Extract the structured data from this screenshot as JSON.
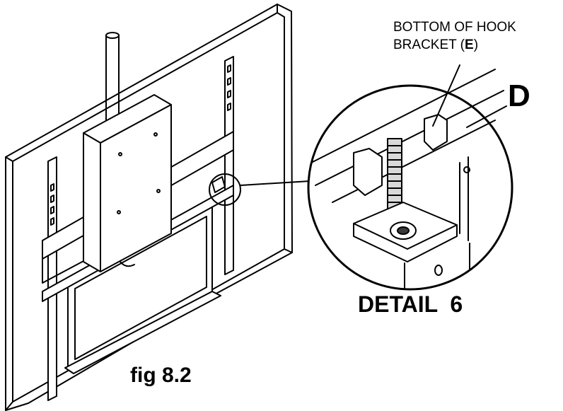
{
  "labels": {
    "callout_line1": "BOTTOM OF HOOK",
    "callout_line2_prefix": "BRACKET (",
    "callout_line2_bold": "E",
    "callout_line2_suffix": ")",
    "part_letter": "D",
    "detail_caption": "DETAIL  6",
    "figure_caption": "fig 8.2"
  },
  "colors": {
    "line": "#000000",
    "fill": "#ffffff",
    "shade": "#d9d9d9",
    "dark": "#3a3a3a"
  }
}
